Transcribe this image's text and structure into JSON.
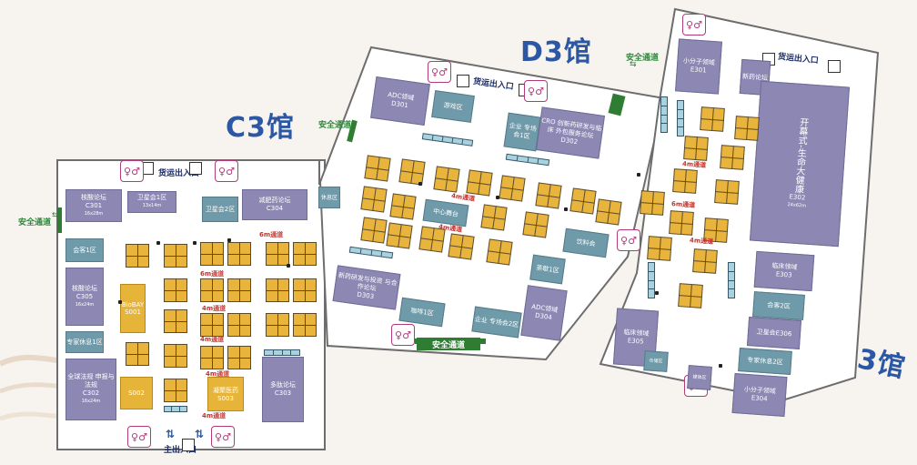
{
  "halls": {
    "c3": "C3馆",
    "d3": "D3馆",
    "e3": "E3馆"
  },
  "labels": {
    "freight_c3": "货运出入口",
    "freight_d3": "货运出入口",
    "freight_e3": "货运出入口",
    "safety_c3_top": "安全通道",
    "safety_c3_left": "安全通道",
    "safety_d3_bottom": "安全通道",
    "safety_d3_top": "安全通道",
    "main_entrance": "主出入口",
    "aisle_6m": "6m通道",
    "aisle_4m": "4m通道",
    "rest_area": "休息区"
  },
  "zones": {
    "c301": {
      "name": "核酸论坛",
      "code": "C301",
      "size": "16x28m"
    },
    "wsh1": {
      "name": "卫星会1区",
      "size": "13x14m"
    },
    "wsh2": {
      "name": "卫星会2区"
    },
    "c304": {
      "name": "减肥药论坛",
      "code": "C304"
    },
    "meet1": {
      "name": "会客1区"
    },
    "c305": {
      "name": "核酸论坛",
      "code": "C305",
      "size": "16x24m"
    },
    "expert1": {
      "name": "专家休息1区"
    },
    "c302": {
      "name": "全球法规 申报与法规",
      "code": "C302",
      "size": "16x24m"
    },
    "s001": {
      "name": "BioBAY",
      "code": "S001"
    },
    "s002": {
      "name": "S002"
    },
    "s003": {
      "name": "凝聚医药",
      "code": "S003"
    },
    "c303": {
      "name": "多肽论坛",
      "code": "C303"
    },
    "d301": {
      "name": "ADC领域",
      "code": "D301"
    },
    "game": {
      "name": "游戏区"
    },
    "cxo": {
      "name": "企业 专场会1区"
    },
    "d302": {
      "name": "CRO 创新药研发与临床 外包服务论坛",
      "code": "D302"
    },
    "center": {
      "name": "中心舞台"
    },
    "d303": {
      "name": "新药研发与投资 与合作论坛",
      "code": "D303"
    },
    "coffee": {
      "name": "咖啡1区"
    },
    "ent2": {
      "name": "企业 专场会2区"
    },
    "d304": {
      "name": "ADC领域",
      "code": "D304"
    },
    "float1": {
      "name": "茶歇1区"
    },
    "drink": {
      "name": "饮料会"
    },
    "e301": {
      "name": "小分子领域",
      "code": "E301"
    },
    "e301b": {
      "name": "新药论坛"
    },
    "e302": {
      "name": "开幕式-生命大健康",
      "code": "E302",
      "size": "24x62m"
    },
    "e303": {
      "name": "临床领域",
      "code": "E303"
    },
    "meet2": {
      "name": "会客2区"
    },
    "e306": {
      "name": "卫星会E306"
    },
    "expert2": {
      "name": "专家休息2区"
    },
    "e305": {
      "name": "临床领域",
      "code": "E305"
    },
    "e304": {
      "name": "小分子领域",
      "code": "E304"
    },
    "small1": {
      "name": "仓储区"
    },
    "small2": {
      "name": "媒体区"
    }
  }
}
